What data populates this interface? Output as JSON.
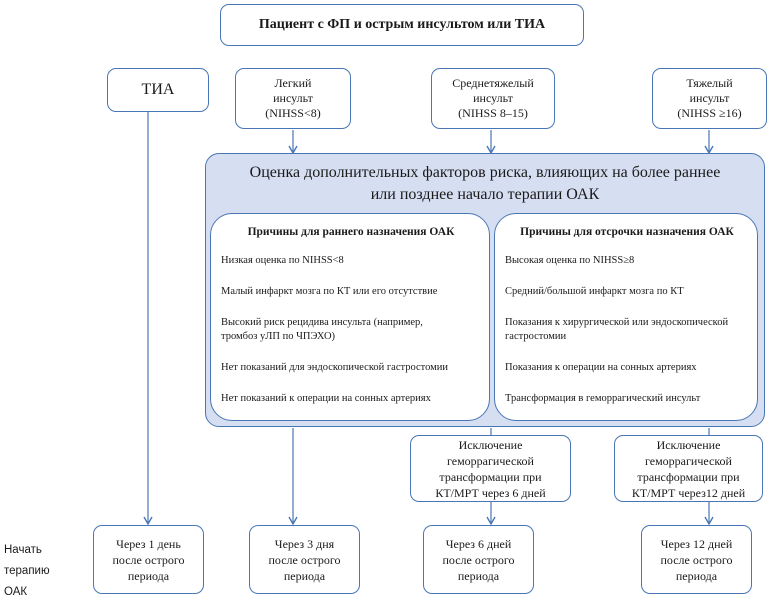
{
  "title": "Пациент с ФП и острым инсультом или ТИА",
  "tia": "ТИА",
  "categories": [
    {
      "lines": [
        "Легкий",
        "инсульт",
        "(NIHSS<8)"
      ]
    },
    {
      "lines": [
        "Среднетяжелый",
        "инсульт",
        "(NIHSS 8–15)"
      ]
    },
    {
      "lines": [
        "Тяжелый",
        "инсульт",
        "(NIHSS ≥16)"
      ]
    }
  ],
  "risk_panel": {
    "title_lines": [
      "Оценка дополнительных факторов риска, влияющих на более раннее",
      "или позднее начало терапии ОАК"
    ],
    "early": {
      "heading": "Причины для раннего назначения ОАК",
      "items": [
        [
          "Низкая оценка по NIHSS<8"
        ],
        [
          "Малый инфаркт мозга по КТ или его отсутствие"
        ],
        [
          "Высокий риск рецидива инсульта (например,",
          "тромбоз уЛП по ЧПЭХО)"
        ],
        [
          "Нет показаний для эндоскопической гастростомии"
        ],
        [
          "Нет показаний к операции на сонных артериях"
        ]
      ]
    },
    "delay": {
      "heading": "Причины для отсрочки назначения ОАК",
      "items": [
        [
          "Высокая оценка по NIHSS≥8"
        ],
        [
          "Средний/большой инфаркт мозга по КТ"
        ],
        [
          "Показания к хирургической или эндоскопической",
          "гастростомии"
        ],
        [
          "Показания к операции на сонных артериях"
        ],
        [
          "Трансформация в геморрагический инсульт"
        ]
      ]
    }
  },
  "exclusion_boxes": [
    {
      "lines": [
        "Исключение",
        "геморрагической",
        "трансформации при",
        "КТ/МРТ через 6 дней"
      ]
    },
    {
      "lines": [
        "Исключение",
        "геморрагической",
        "трансформации при",
        "КТ/МРТ через12 дней"
      ]
    }
  ],
  "bottom_boxes": [
    {
      "lines": [
        "Через 1 день",
        "после острого",
        "периода"
      ]
    },
    {
      "lines": [
        "Через 3 дня",
        "после острого",
        "периода"
      ]
    },
    {
      "lines": [
        "Через 6 дней",
        "после острого",
        "периода"
      ]
    },
    {
      "lines": [
        "Через 12 дней",
        "после острого",
        "периода"
      ]
    }
  ],
  "side_label": [
    "Начать",
    "терапию",
    "ОАК"
  ],
  "colors": {
    "border": "#4a76b5",
    "panel_fill": "#d6def1",
    "arrow": "#4a76b5"
  }
}
